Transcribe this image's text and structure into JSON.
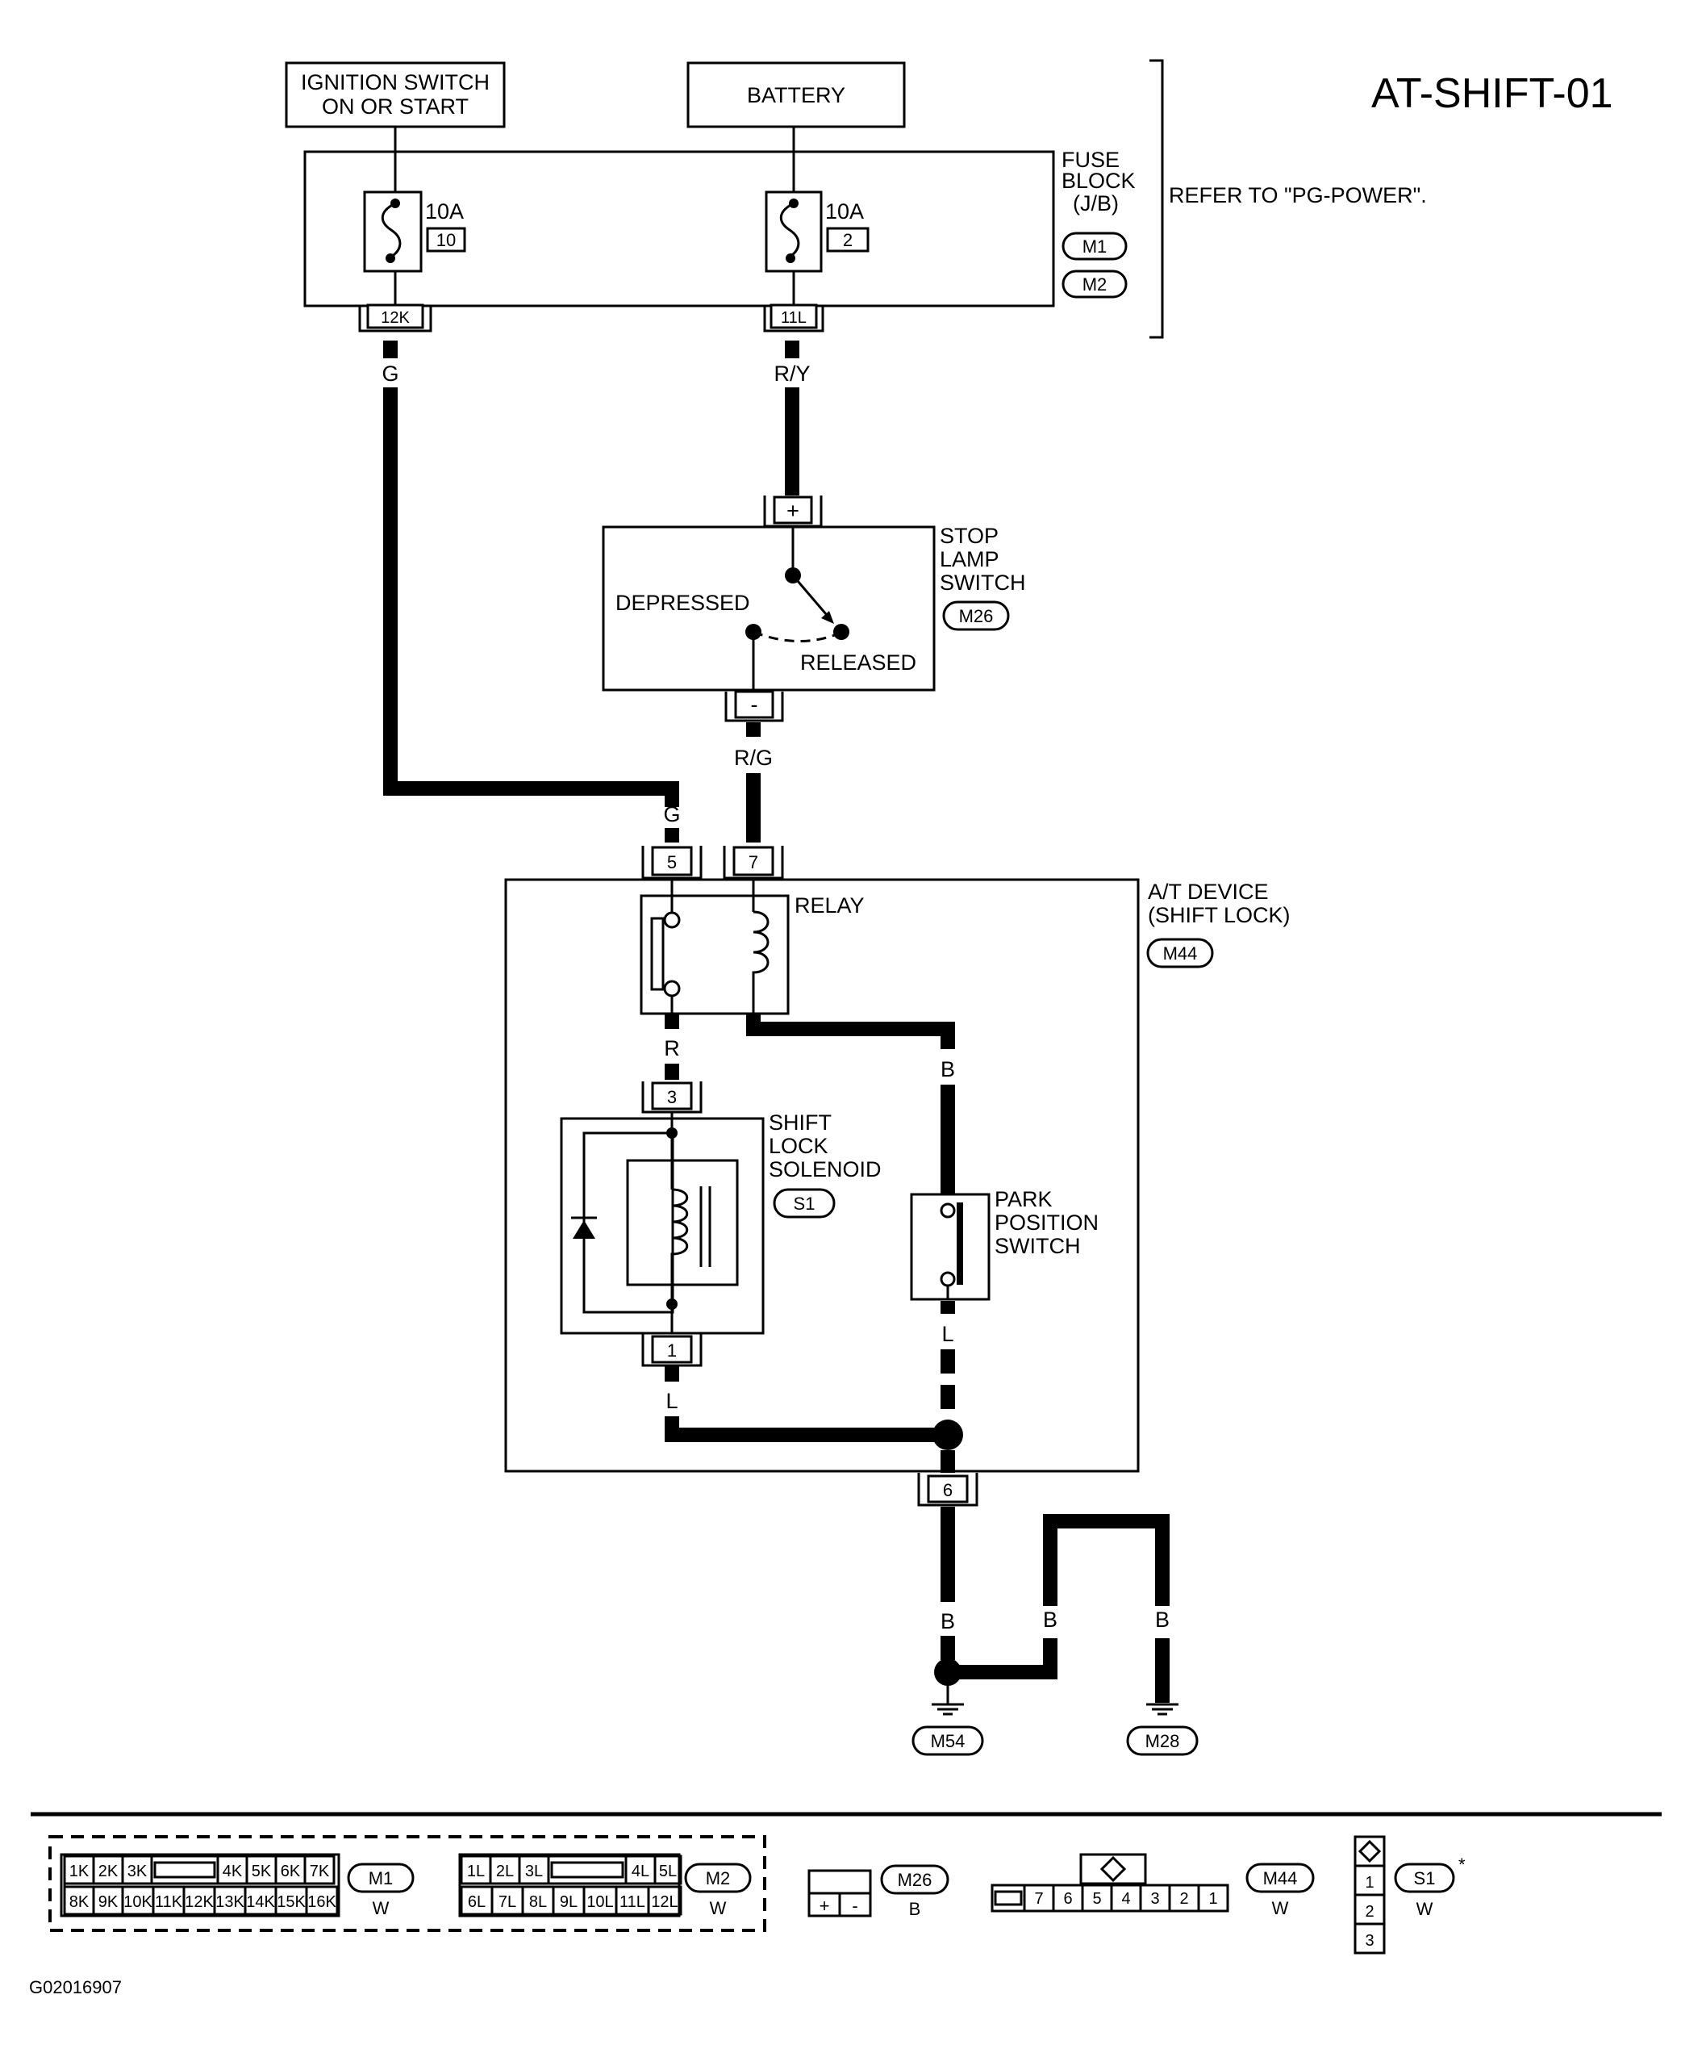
{
  "title": "AT-SHIFT-01",
  "figure_id": "G02016907",
  "sources": {
    "ignition_line1": "IGNITION SWITCH",
    "ignition_line2": "ON OR START",
    "battery": "BATTERY"
  },
  "fuse_block": {
    "name_line1": "FUSE",
    "name_line2": "BLOCK",
    "name_line3": "(J/B)",
    "connector1": "M1",
    "connector2": "M2",
    "refer": "REFER TO \"PG-POWER\".",
    "fuse_a_rating": "10A",
    "fuse_a_number": "10",
    "fuse_b_rating": "10A",
    "fuse_b_number": "2",
    "terminal_a": "12K",
    "terminal_b": "11L"
  },
  "stop_lamp_switch": {
    "name_line1": "STOP",
    "name_line2": "LAMP",
    "name_line3": "SWITCH",
    "connector": "M26",
    "depressed": "DEPRESSED",
    "released": "RELEASED",
    "plus": "+",
    "minus": "-"
  },
  "at_device": {
    "name_line1": "A/T DEVICE",
    "name_line2": "(SHIFT LOCK)",
    "connector": "M44",
    "relay": "RELAY",
    "pin5": "5",
    "pin7": "7",
    "pin3": "3",
    "pin1": "1",
    "pin6": "6"
  },
  "solenoid": {
    "name_line1": "SHIFT",
    "name_line2": "LOCK",
    "name_line3": "SOLENOID",
    "connector": "S1"
  },
  "park_switch": {
    "name_line1": "PARK",
    "name_line2": "POSITION",
    "name_line3": "SWITCH"
  },
  "wires": {
    "g1": "G",
    "ry": "R/Y",
    "rg": "R/G",
    "g2": "G",
    "r": "R",
    "b1": "B",
    "l1": "L",
    "l2": "L",
    "b_main": "B",
    "b_mid": "B",
    "b_right": "B"
  },
  "grounds": {
    "g1": "M54",
    "g2": "M28"
  },
  "connectors_legend": {
    "m1": {
      "id": "M1",
      "color": "W",
      "top": [
        "1K",
        "2K",
        "3K",
        "",
        "4K",
        "5K",
        "6K",
        "7K"
      ],
      "bottom": [
        "8K",
        "9K",
        "10K",
        "11K",
        "12K",
        "13K",
        "14K",
        "15K",
        "16K"
      ]
    },
    "m2": {
      "id": "M2",
      "color": "W",
      "top": [
        "1L",
        "2L",
        "3L",
        "",
        "4L",
        "5L"
      ],
      "bottom": [
        "6L",
        "7L",
        "8L",
        "9L",
        "10L",
        "11L",
        "12L"
      ]
    },
    "m26": {
      "id": "M26",
      "color": "B",
      "pins": [
        "+",
        "-"
      ]
    },
    "m44": {
      "id": "M44",
      "color": "W",
      "pins": [
        "",
        "7",
        "6",
        "5",
        "4",
        "3",
        "2",
        "1"
      ]
    },
    "s1": {
      "id": "S1",
      "color": "W",
      "mark": "*",
      "pins": [
        "1",
        "2",
        "3"
      ]
    }
  }
}
